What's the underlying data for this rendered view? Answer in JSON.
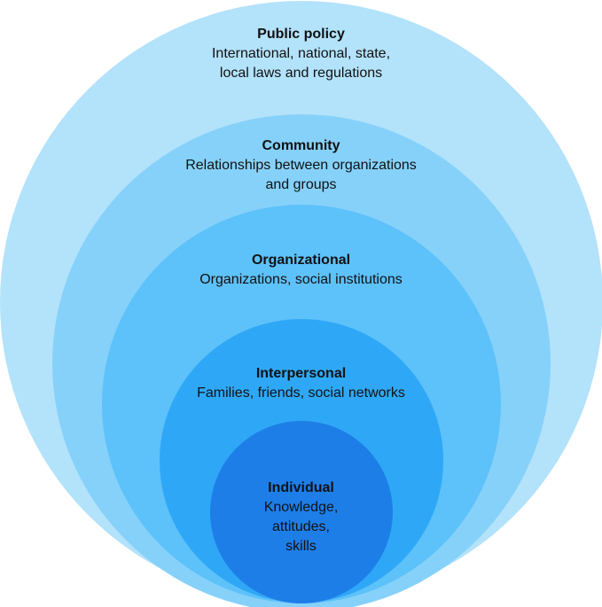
{
  "levels": [
    {
      "title": "Public policy",
      "description": "International, national, state,\nlocal laws and regulations",
      "color": "#b3e2fb"
    },
    {
      "title": "Community",
      "description": "Relationships between organizations\nand groups",
      "color": "#86d1fa"
    },
    {
      "title": "Organizational",
      "description": "Organizations, social institutions",
      "color": "#5dc1fa"
    },
    {
      "title": "Interpersonal",
      "description": "Families, friends, social networks",
      "color": "#2ea8f6"
    },
    {
      "title": "Individual",
      "description": "Knowledge,\nattitudes,\nskills",
      "color": "#1e7ee8"
    }
  ]
}
